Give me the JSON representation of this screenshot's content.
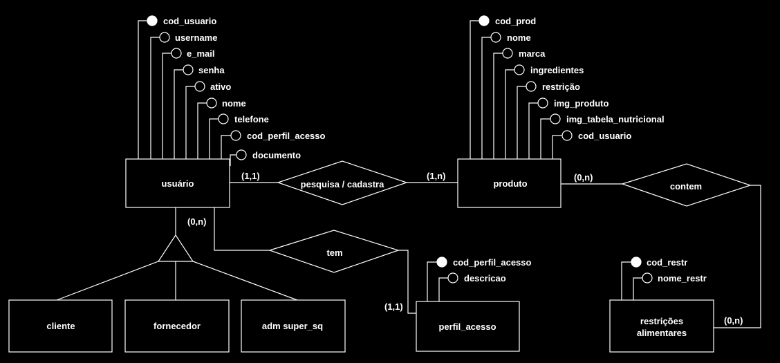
{
  "entities": {
    "usuario": "usuário",
    "produto": "produto",
    "cliente": "cliente",
    "fornecedor": "fornecedor",
    "adm": "adm super_sq",
    "perfil_acesso": "perfil_acesso",
    "restricoes_line1": "restrições",
    "restricoes_line2": "alimentares"
  },
  "relationships": {
    "pesquisa": "pesquisa / cadastra",
    "contem": "contem",
    "tem": "tem"
  },
  "cardinalities": {
    "usuario_pesquisa": "(1,1)",
    "produto_pesquisa": "(1,n)",
    "produto_contem": "(0,n)",
    "usuario_tem": "(0,n)",
    "perfil_tem": "(1,1)",
    "restricoes_contem": "(0,n)"
  },
  "attributes": {
    "usuario": [
      {
        "name": "cod_usuario",
        "key": true
      },
      {
        "name": "username",
        "key": false
      },
      {
        "name": "e_mail",
        "key": false
      },
      {
        "name": "senha",
        "key": false
      },
      {
        "name": "ativo",
        "key": false
      },
      {
        "name": "nome",
        "key": false
      },
      {
        "name": "telefone",
        "key": false
      },
      {
        "name": "cod_perfil_acesso",
        "key": false
      },
      {
        "name": "documento",
        "key": false
      }
    ],
    "produto": [
      {
        "name": "cod_prod",
        "key": true
      },
      {
        "name": "nome",
        "key": false
      },
      {
        "name": "marca",
        "key": false
      },
      {
        "name": "ingredientes",
        "key": false
      },
      {
        "name": "restrição",
        "key": false
      },
      {
        "name": "img_produto",
        "key": false
      },
      {
        "name": "img_tabela_nutricional",
        "key": false
      },
      {
        "name": "cod_usuario",
        "key": false
      }
    ],
    "perfil_acesso": [
      {
        "name": "cod_perfil_acesso",
        "key": true
      },
      {
        "name": "descricao",
        "key": false
      }
    ],
    "restricoes": [
      {
        "name": "cod_restr",
        "key": true
      },
      {
        "name": "nome_restr",
        "key": false
      }
    ]
  }
}
